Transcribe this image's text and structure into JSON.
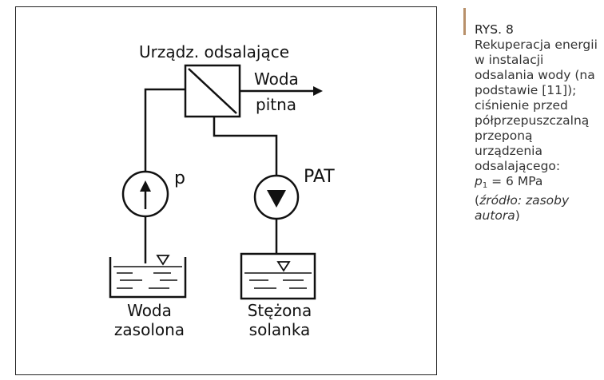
{
  "diagram": {
    "device_label": "Urządz. odsalające",
    "output_line1": "Woda",
    "output_line2": "pitna",
    "pump_label": "p",
    "turbine_label": "PAT",
    "left_tank_line1": "Woda",
    "left_tank_line2": "zasolona",
    "right_tank_line1": "Stężona",
    "right_tank_line2": "solanka"
  },
  "caption": {
    "figure_label": "RYS. 8",
    "description": "Rekuperacja energii w instalacji odsalania wody (na podstawie [11]); ciśnienie przed półprzepuszczalną przeponą urządzenia odsalającego:",
    "formula_var": "p",
    "formula_sub": "1",
    "formula_rest": " = 6 MPa",
    "source_open": "(",
    "source_text": "źródło: zasoby autora",
    "source_close": ")"
  }
}
